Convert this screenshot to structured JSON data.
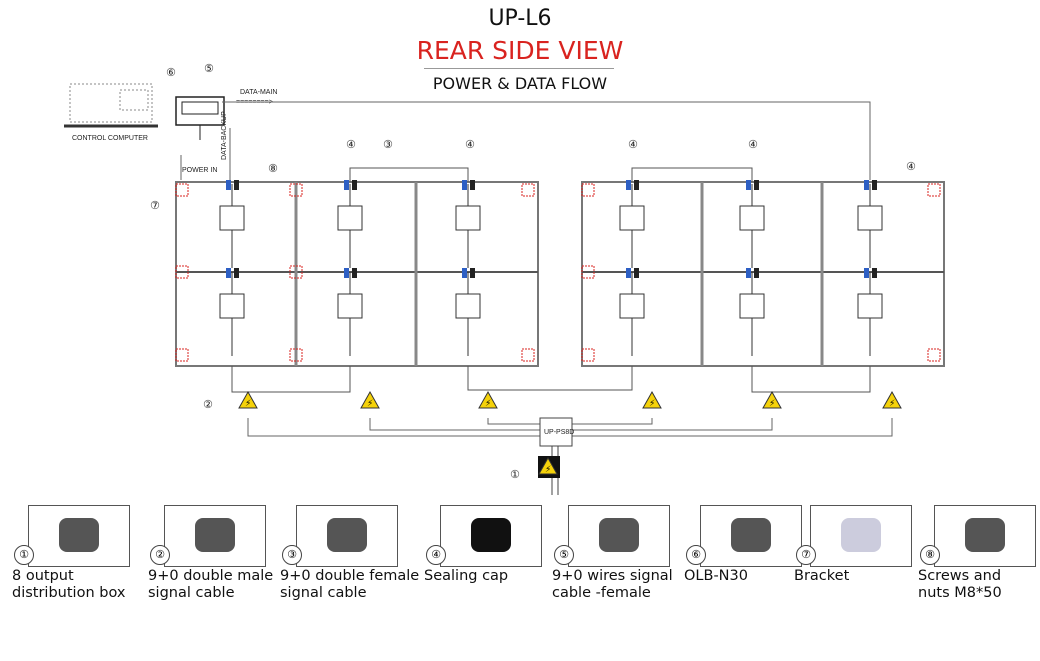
{
  "header": {
    "model": "UP-L6",
    "view": "REAR SIDE VIEW",
    "subtitle": "POWER & DATA FLOW"
  },
  "diagram": {
    "control_computer": "CONTROL COMPUTER",
    "data_main": "DATA-MAIN",
    "data_backup": "DATA-BACKUP",
    "power_in": "POWER IN",
    "distribution_box": "UP-PS8D",
    "callouts": [
      "①",
      "②",
      "③",
      "④",
      "⑤",
      "⑥",
      "⑦",
      "⑧"
    ],
    "hazard_symbol": "⚡"
  },
  "legend": [
    {
      "num": "①",
      "label": "8 output\ndistribution box",
      "icon": "distribution-box-icon"
    },
    {
      "num": "②",
      "label": "9+0 double male\nsignal cable",
      "icon": "male-cable-icon"
    },
    {
      "num": "③",
      "label": "9+0 double female\nsignal cable",
      "icon": "female-cable-icon"
    },
    {
      "num": "④",
      "label": "Sealing cap",
      "icon": "sealing-cap-icon"
    },
    {
      "num": "⑤",
      "label": "9+0 wires signal\ncable -female",
      "icon": "signal-cable-icon"
    },
    {
      "num": "⑥",
      "label": "OLB-N30",
      "icon": "olb-controller-icon"
    },
    {
      "num": "⑦",
      "label": "Bracket",
      "icon": "bracket-plate-icon"
    },
    {
      "num": "⑧",
      "label": "Screws and\nnuts M8*50",
      "icon": "screw-nut-icon"
    }
  ],
  "colors": {
    "accent": "#d9231f",
    "hazard": "#f5d20a",
    "wire": "#555555",
    "connector_blue": "#2d5fc4"
  }
}
